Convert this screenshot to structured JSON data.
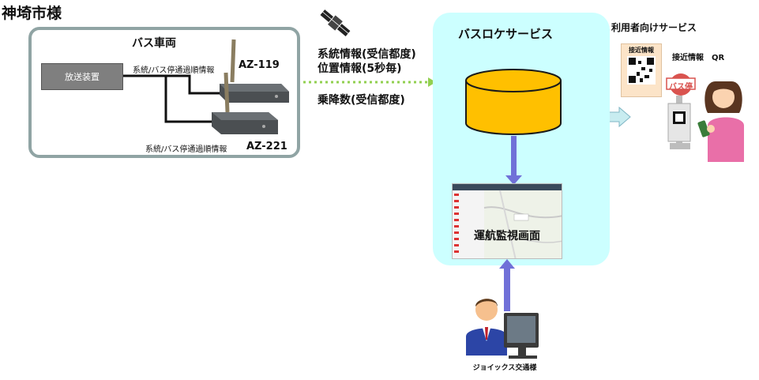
{
  "customer": {
    "title": "神埼市様"
  },
  "vehicle": {
    "title": "バス車両",
    "device": "放送装置",
    "link_top_label": "系統/バス停通過順情報",
    "link_bottom_label": "系統/バス停通過順情報",
    "model_upper": "AZ-119",
    "model_lower": "AZ-221"
  },
  "flows": {
    "line1": "系統情報(受信都度)",
    "line2": "位置情報(5秒毎)",
    "line3": "乗降数(受信都度)"
  },
  "service": {
    "title": "バスロケサービス",
    "monitor_label": "運航監視画面"
  },
  "user_service": {
    "title": "利用者向けサービス",
    "card_label": "接近情報",
    "qr_text": "接近情報　QR",
    "bus_stop_sign": "バス停"
  },
  "operator": {
    "label": "ジョイックス交通様"
  },
  "colors": {
    "service_bg": "#ccffff",
    "db_fill": "#ffc000",
    "arrow_purple": "#7070d8",
    "dotted_green": "#92d050",
    "double_arrow": "#c8ecf0",
    "vehicle_border": "#90a4a4"
  }
}
